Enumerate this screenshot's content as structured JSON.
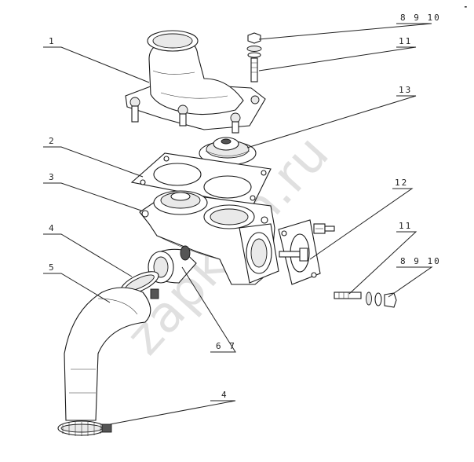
{
  "watermark": "zapkam.ru",
  "corner_mark": "╸",
  "labels": {
    "l1": "1",
    "l2": "2",
    "l3": "3",
    "l4a": "4",
    "l4b": "4",
    "l5": "5",
    "l67": "6 7",
    "l8910a": "8 9 10",
    "l8910b": "8 9 10",
    "l11a": "11",
    "l11b": "11",
    "l12": "12",
    "l13": "13"
  }
}
